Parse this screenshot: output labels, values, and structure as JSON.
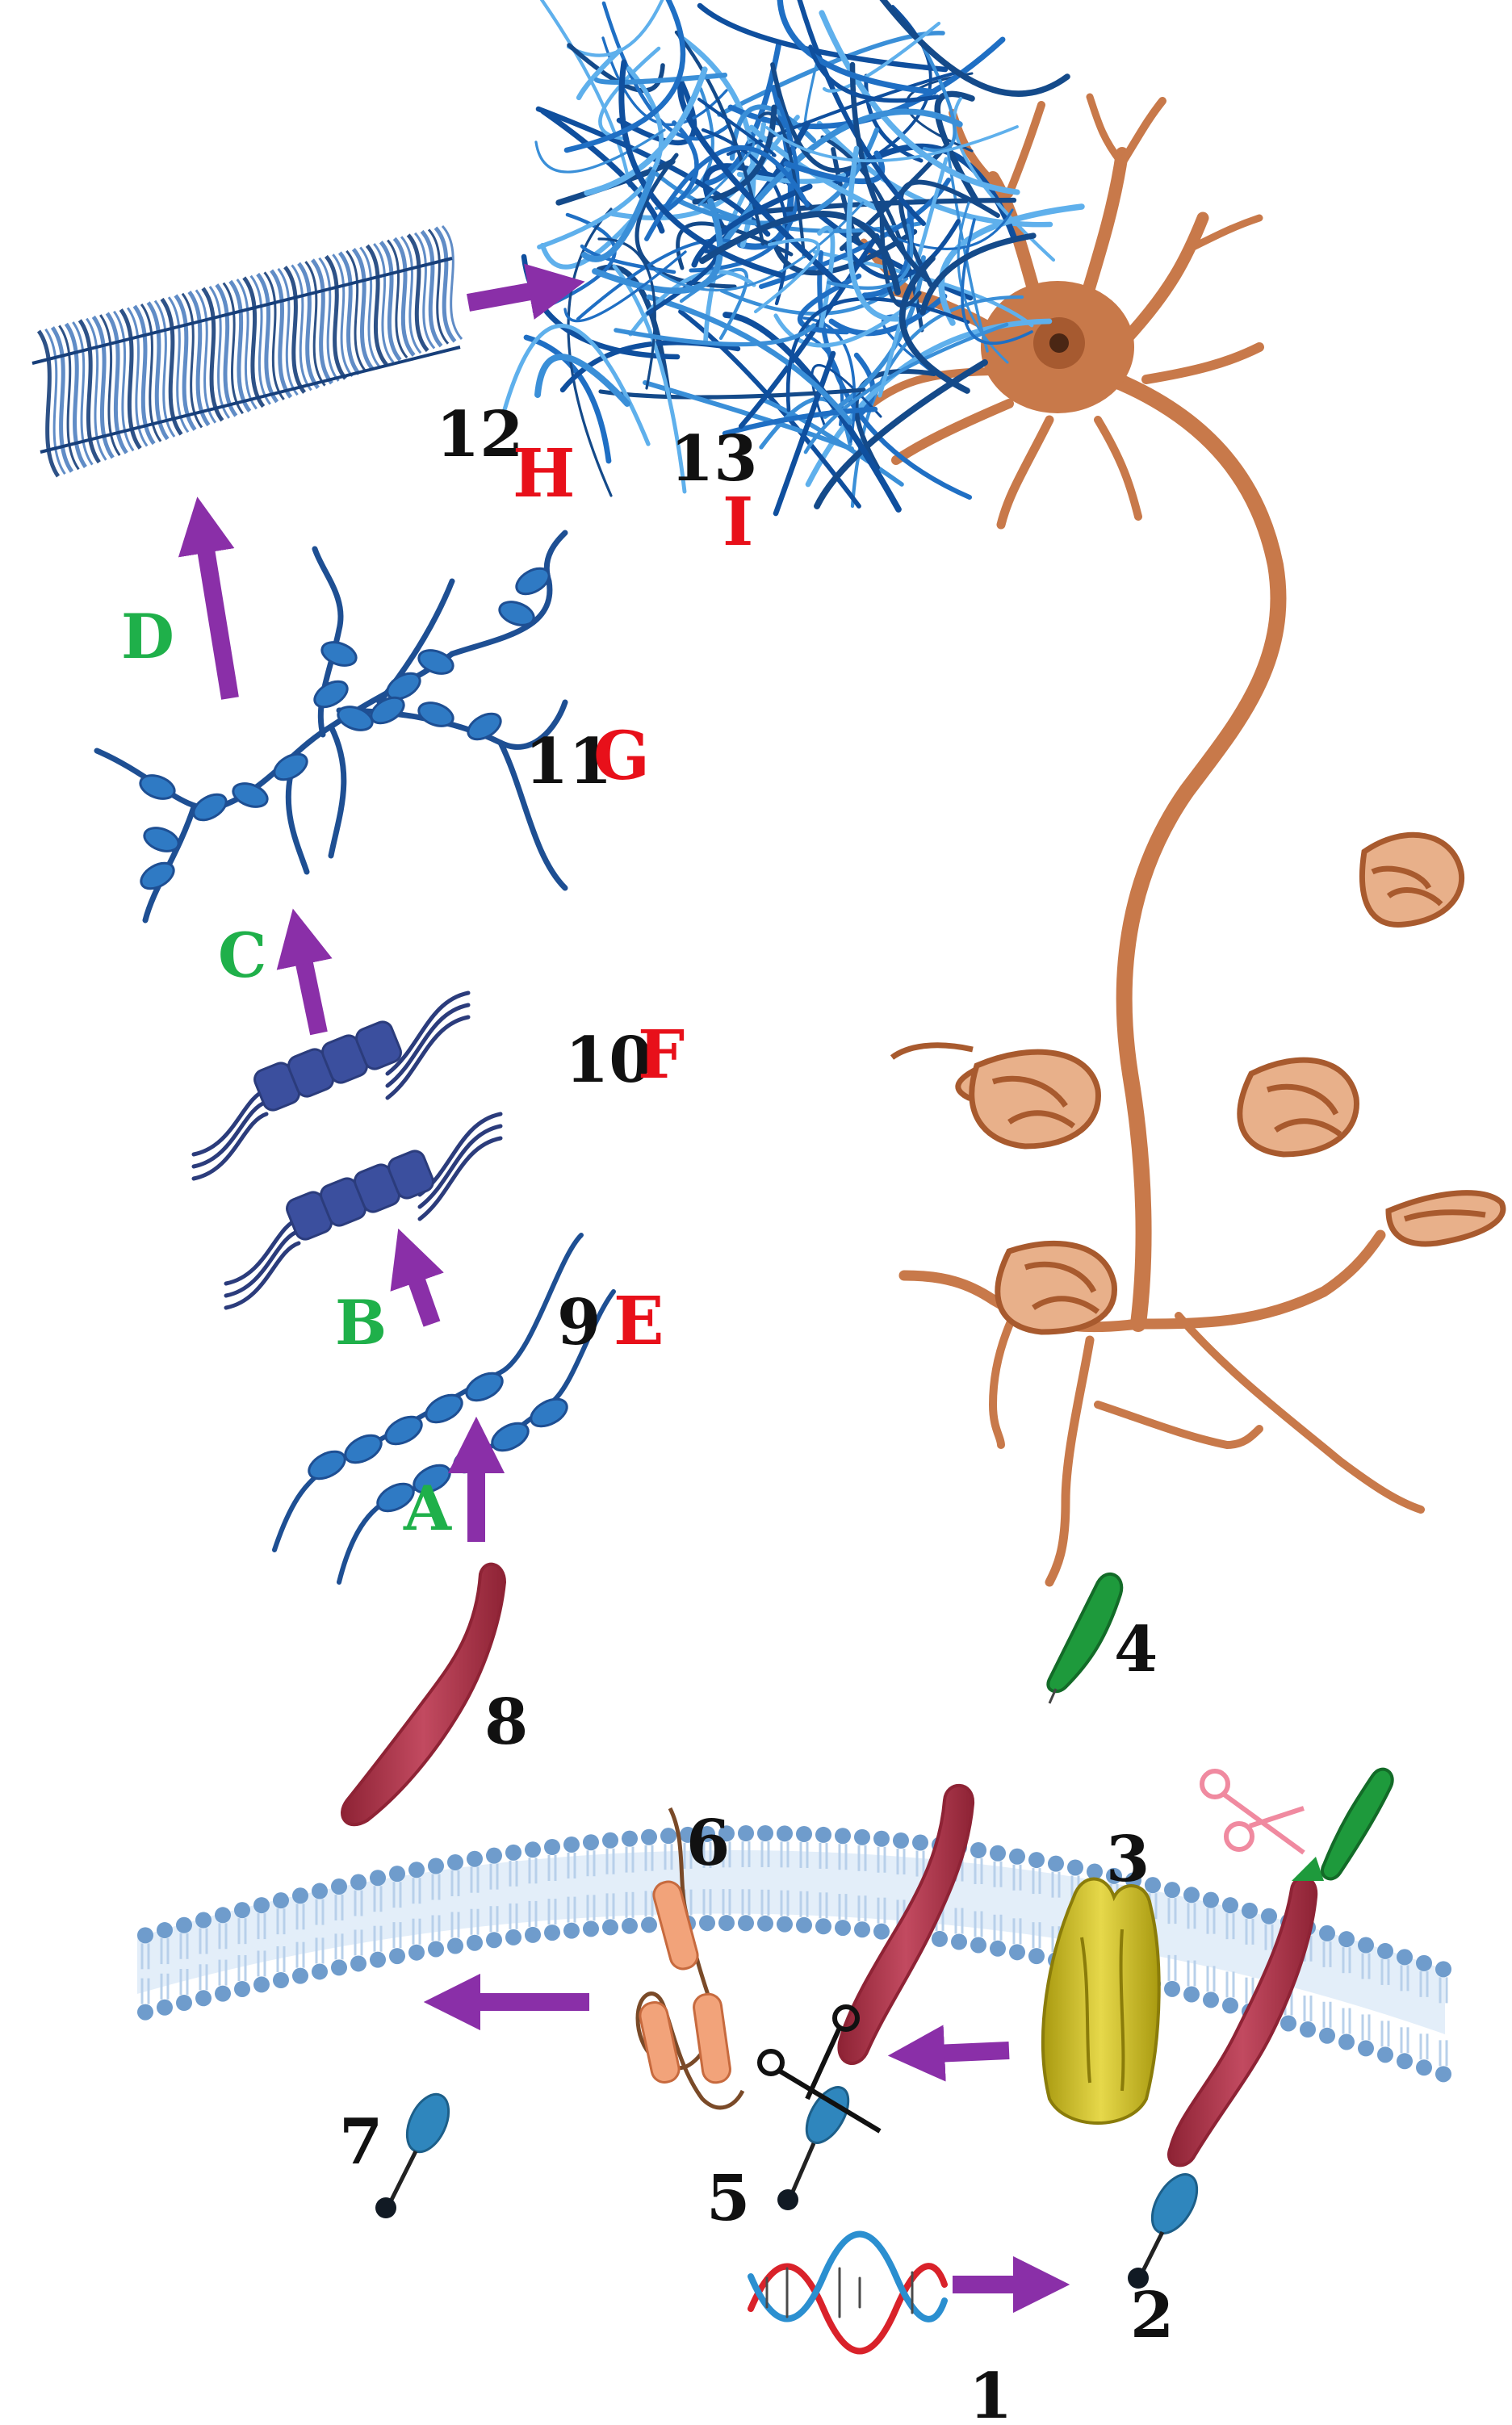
{
  "colors": {
    "arrow": "#8a2fa8",
    "membrane_head": "#6f9ccc",
    "membrane_tail": "#b8d0ea",
    "app_red": "#b5384f",
    "app_dark": "#8e2335",
    "secretase_yellow": "#d4c31a",
    "fragment_green": "#1e9a3c",
    "aicd_blue": "#2f86bd",
    "orange_fragment": "#f2a37a",
    "neuron": "#c8794a",
    "fibril_blue": "#2a5fa8",
    "oligomer_navy": "#3b4f9e",
    "tangle_blue": "#1f6fc4",
    "dna_red": "#d9222a",
    "dna_blue": "#2b8fd0"
  },
  "labels": {
    "n1": "1",
    "n2": "2",
    "n3": "3",
    "n4": "4",
    "n5": "5",
    "n6": "6",
    "n7": "7",
    "n8": "8",
    "n9": "9",
    "n10": "10",
    "n11": "11",
    "n12": "12",
    "n13": "13",
    "sE": "E",
    "sF": "F",
    "sG": "G",
    "sH": "H",
    "sI": "I",
    "stepA": "A",
    "stepB": "B",
    "stepC": "C",
    "stepD": "D"
  },
  "icons": [
    "dna-helix-icon",
    "scissors-icon",
    "neuron-icon",
    "fibril-icon",
    "tangle-icon",
    "arrow-icon"
  ]
}
